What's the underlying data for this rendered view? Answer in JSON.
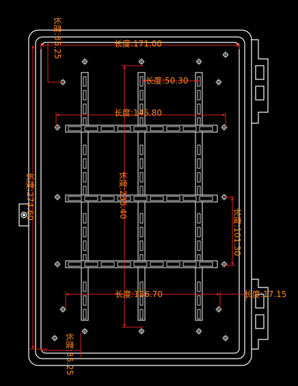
{
  "colors": {
    "background": "#000000",
    "outline": "#ffffff",
    "dimension": "#e02020",
    "dimension_text": "#ff8c1a"
  },
  "dimensions": {
    "top_width": "长度:171.00",
    "top_offset": "长度:35.25",
    "rib_spacing": "长度:50.30",
    "inner_width": "长度:145.80",
    "overall_height": "长度:274.60",
    "inner_height": "长度:236.40",
    "row_spacing": "长度:101.30",
    "bottom_width": "长度:186.70",
    "right_offset": "长度:17.15",
    "bottom_offset": "长度:35.25"
  }
}
